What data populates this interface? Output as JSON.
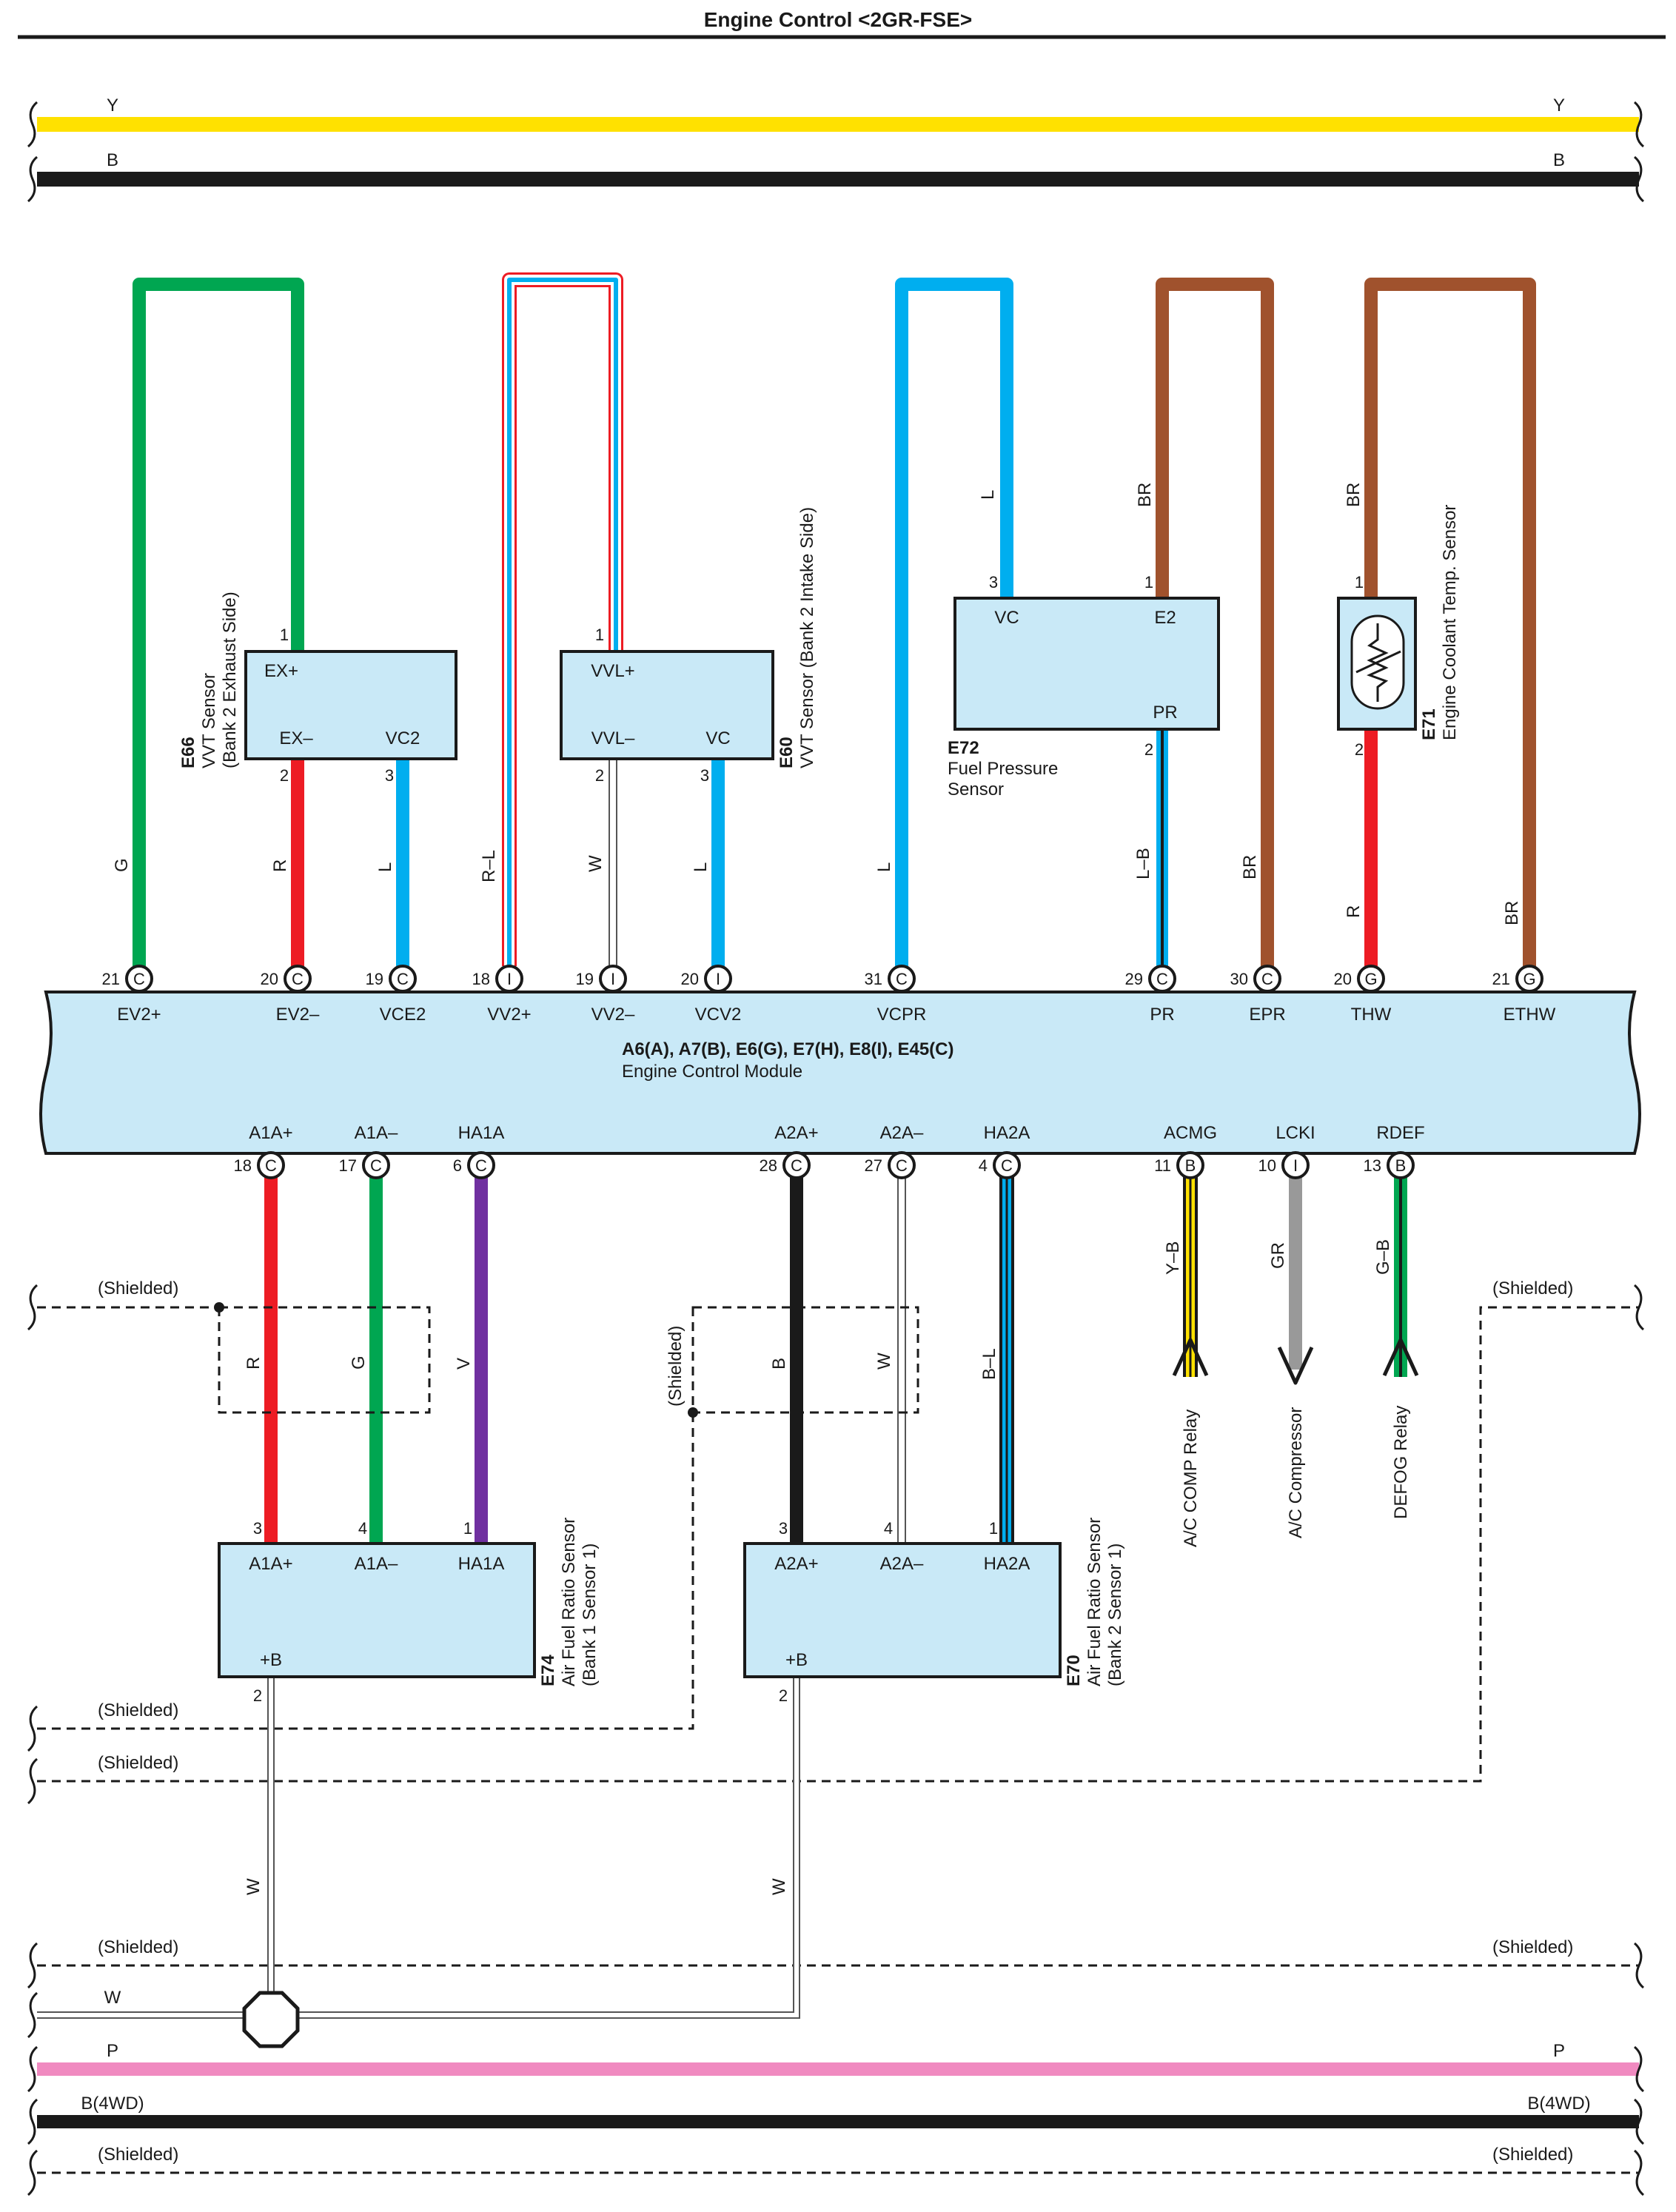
{
  "title": "Engine Control <2GR-FSE>",
  "colors": {
    "Y": "#ffe100",
    "B": "#1a1a1a",
    "G": "#00a651",
    "R": "#ed1c24",
    "L": "#00aeef",
    "BR": "#a0522d",
    "V": "#7030a0",
    "GR": "#999999",
    "W": "#ffffff",
    "P": "#f08ac0",
    "module_fill": "#c9e9f7"
  },
  "buses": {
    "top": [
      {
        "code": "Y"
      },
      {
        "code": "B"
      }
    ],
    "bottom": [
      {
        "code": "P"
      },
      {
        "code": "B(4WD)"
      }
    ],
    "shielded_label": "(Shielded)",
    "w_label": "W"
  },
  "ecm": {
    "title": "A6(A), A7(B), E6(G), E7(H), E8(I), E45(C)",
    "subtitle": "Engine Control Module",
    "top_pins": [
      {
        "num": "21",
        "conn": "C",
        "name": "EV2+",
        "wire": "G"
      },
      {
        "num": "20",
        "conn": "C",
        "name": "EV2–",
        "wire": "R"
      },
      {
        "num": "19",
        "conn": "C",
        "name": "VCE2",
        "wire": "L"
      },
      {
        "num": "18",
        "conn": "I",
        "name": "VV2+",
        "wire": "R–L"
      },
      {
        "num": "19",
        "conn": "I",
        "name": "VV2–",
        "wire": "W"
      },
      {
        "num": "20",
        "conn": "I",
        "name": "VCV2",
        "wire": "L"
      },
      {
        "num": "31",
        "conn": "C",
        "name": "VCPR",
        "wire": "L"
      },
      {
        "num": "29",
        "conn": "C",
        "name": "PR",
        "wire": "L–B"
      },
      {
        "num": "30",
        "conn": "C",
        "name": "EPR",
        "wire": "BR"
      },
      {
        "num": "20",
        "conn": "G",
        "name": "THW",
        "wire": "R"
      },
      {
        "num": "21",
        "conn": "G",
        "name": "ETHW",
        "wire": "BR"
      }
    ],
    "bottom_pins": [
      {
        "num": "18",
        "conn": "C",
        "name": "A1A+",
        "wire": "R"
      },
      {
        "num": "17",
        "conn": "C",
        "name": "A1A–",
        "wire": "G"
      },
      {
        "num": "6",
        "conn": "C",
        "name": "HA1A",
        "wire": "V"
      },
      {
        "num": "28",
        "conn": "C",
        "name": "A2A+",
        "wire": "B"
      },
      {
        "num": "27",
        "conn": "C",
        "name": "A2A–",
        "wire": "W"
      },
      {
        "num": "4",
        "conn": "C",
        "name": "HA2A",
        "wire": "B–L"
      },
      {
        "num": "11",
        "conn": "B",
        "name": "ACMG",
        "wire": "Y–B"
      },
      {
        "num": "10",
        "conn": "I",
        "name": "LCKI",
        "wire": "GR"
      },
      {
        "num": "13",
        "conn": "B",
        "name": "RDEF",
        "wire": "G–B"
      }
    ]
  },
  "components": {
    "e66": {
      "code": "E66",
      "name": "VVT Sensor",
      "desc": "(Bank 2 Exhaust Side)",
      "t1": "EX+",
      "t2": "EX–",
      "t3": "VC2",
      "p1": "1",
      "p2": "2",
      "p3": "3"
    },
    "e60": {
      "code": "E60",
      "name": "VVT Sensor (Bank 2 Intake Side)",
      "t1": "VVL+",
      "t2": "VVL–",
      "t3": "VC",
      "p1": "1",
      "p2": "2",
      "p3": "3"
    },
    "e72": {
      "code": "E72",
      "name": "Fuel Pressure",
      "name2": "Sensor",
      "t1": "VC",
      "t2": "E2",
      "t3": "PR",
      "p1": "3",
      "p2": "1",
      "p3": "2"
    },
    "e71": {
      "code": "E71",
      "name": "Engine Coolant Temp.  Sensor",
      "p1": "1",
      "p2": "2"
    },
    "e74": {
      "code": "E74",
      "name": "Air Fuel Ratio Sensor",
      "desc": "(Bank 1 Sensor 1)",
      "t1": "A1A+",
      "t2": "A1A–",
      "t3": "HA1A",
      "t4": "+B",
      "p1": "3",
      "p2": "4",
      "p3": "1",
      "p4": "2"
    },
    "e70": {
      "code": "E70",
      "name": "Air Fuel Ratio Sensor",
      "desc": "(Bank 2 Sensor 1)",
      "t1": "A2A+",
      "t2": "A2A–",
      "t3": "HA2A",
      "t4": "+B",
      "p1": "3",
      "p2": "4",
      "p3": "1",
      "p4": "2"
    }
  },
  "wire_labels": {
    "e71_top": "BR",
    "e71_bottom": "R",
    "e72_vc": "L",
    "e72_e2": "BR",
    "e74_plus_b": "W",
    "e70_plus_b": "W"
  },
  "relays": {
    "acmg": "A/C COMP Relay",
    "lcki": "A/C Compressor",
    "rdef": "DEFOG Relay"
  }
}
